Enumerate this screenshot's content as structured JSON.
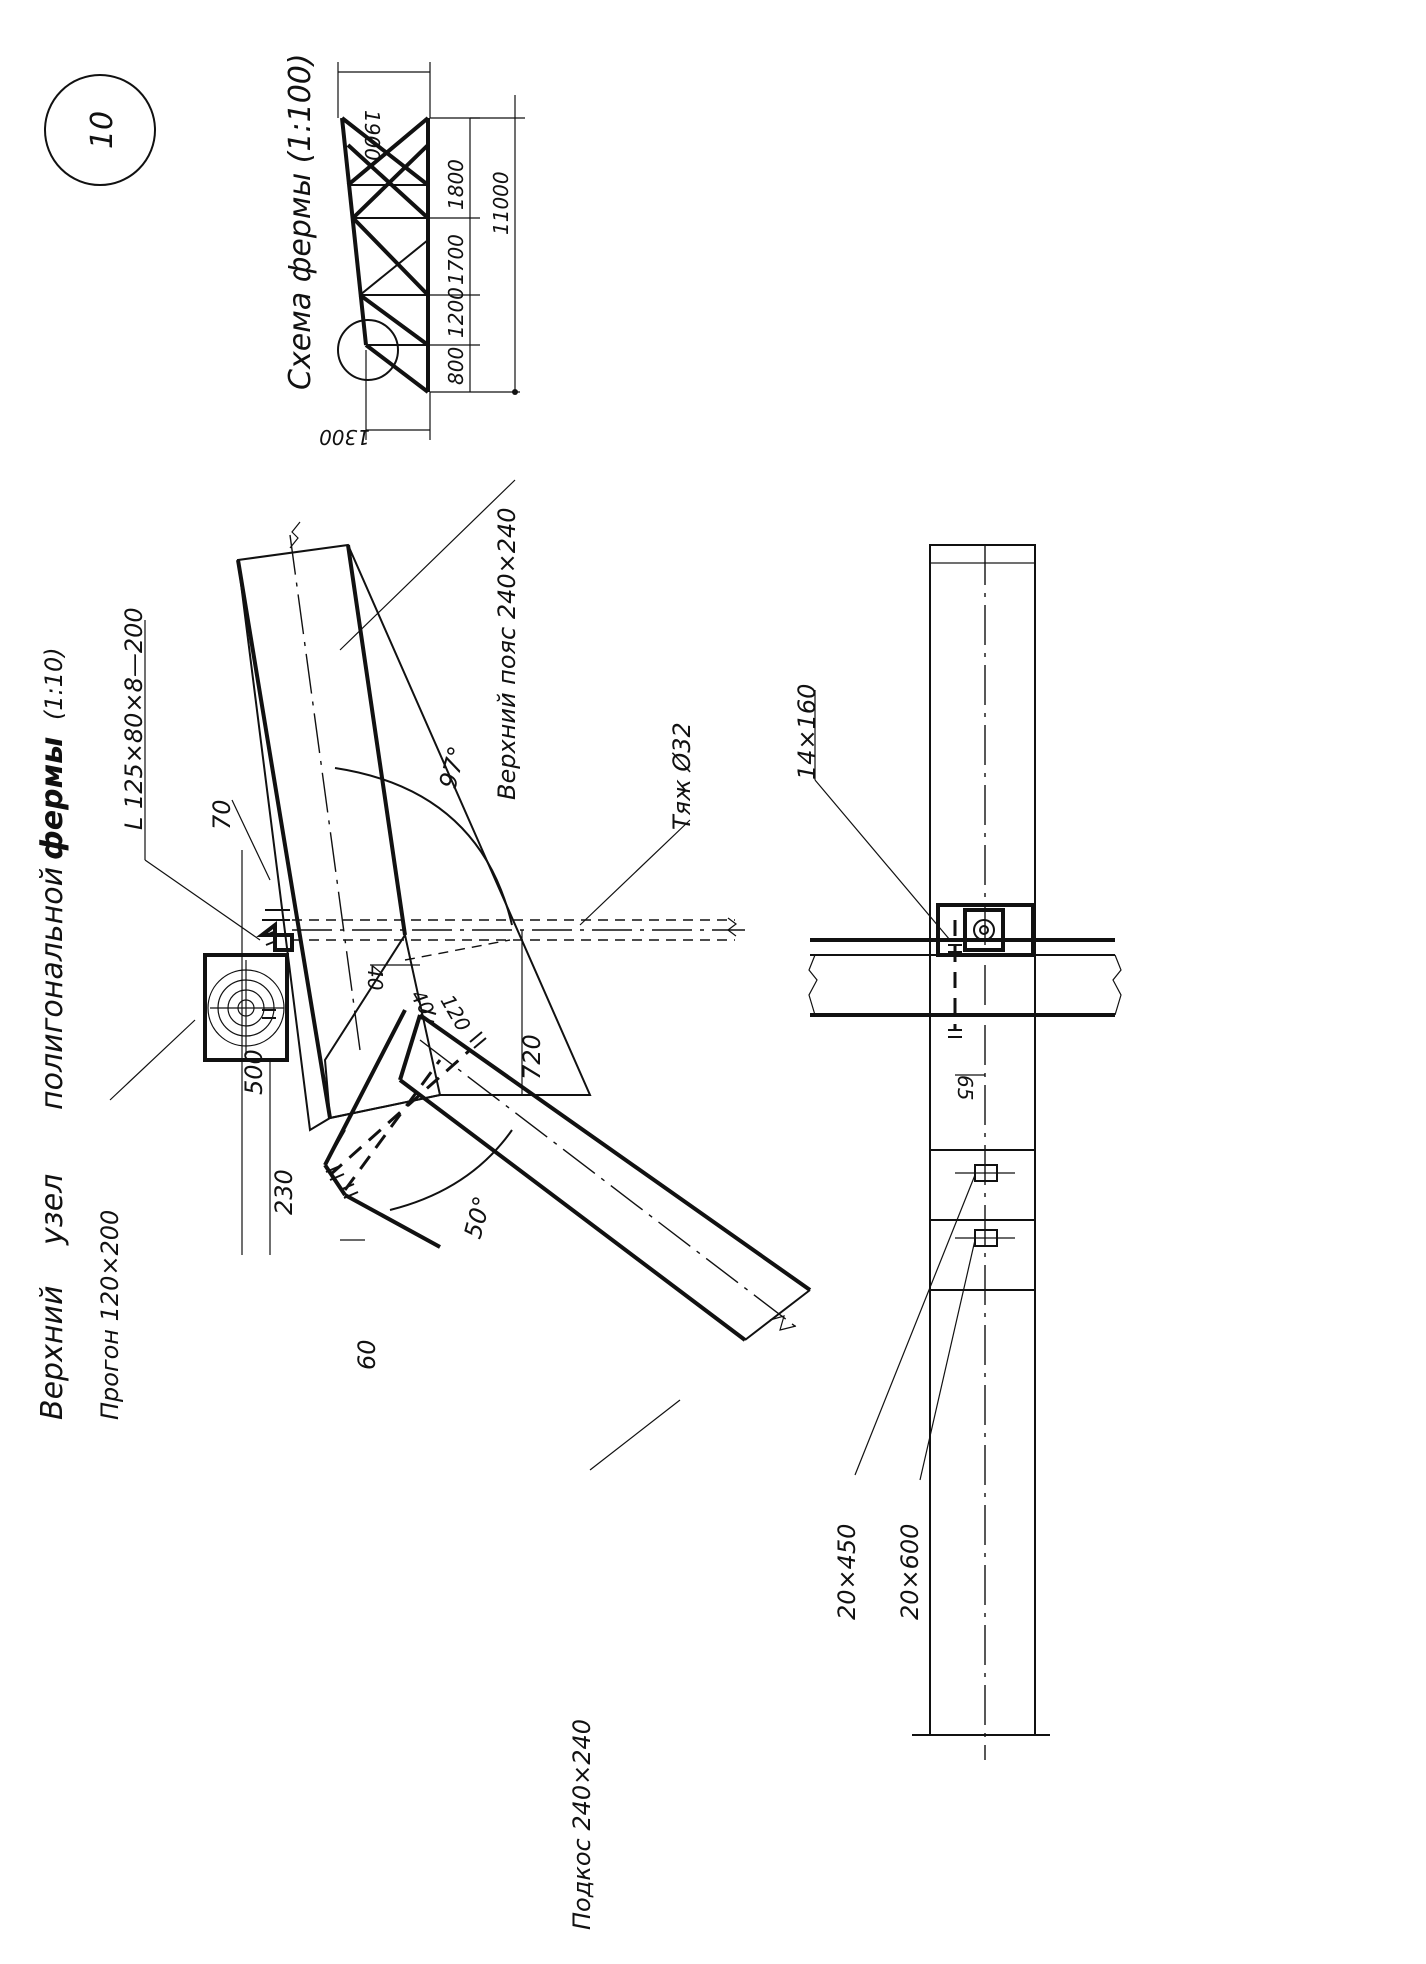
{
  "sheet": {
    "number": "10",
    "title": "Верхний узел полигональной фермы (1:10)",
    "title_word_1": "Верхний",
    "title_word_2": "узел",
    "title_word_3": "полигональной",
    "title_word_4": "фермы",
    "title_scale": "(1:10)"
  },
  "scheme": {
    "title": "Схема фермы (1:100)",
    "height_label": "1900",
    "end_height_label": "1300",
    "panel_labels": [
      "800",
      "1200",
      "1700",
      "1800"
    ],
    "span_label": "11000"
  },
  "node": {
    "angle_label": "L 125×80×8—200",
    "angle_dim": "70",
    "purlin_label": "Прогон 120×200",
    "top_chord_label": "Верхний пояс 240×240",
    "tie_label": "Тяж Ø32",
    "brace_label": "Подкос 240×240",
    "angle_97": "97°",
    "angle_50": "50°",
    "dim_40a": "40",
    "dim_40b": "40",
    "dim_120": "120",
    "dim_720": "720",
    "dim_500": "500",
    "dim_230": "230",
    "dim_60": "60"
  },
  "plan": {
    "plate_label": "14×160",
    "dim_65": "65",
    "bolt_1_label": "20×450",
    "bolt_2_label": "20×600"
  }
}
